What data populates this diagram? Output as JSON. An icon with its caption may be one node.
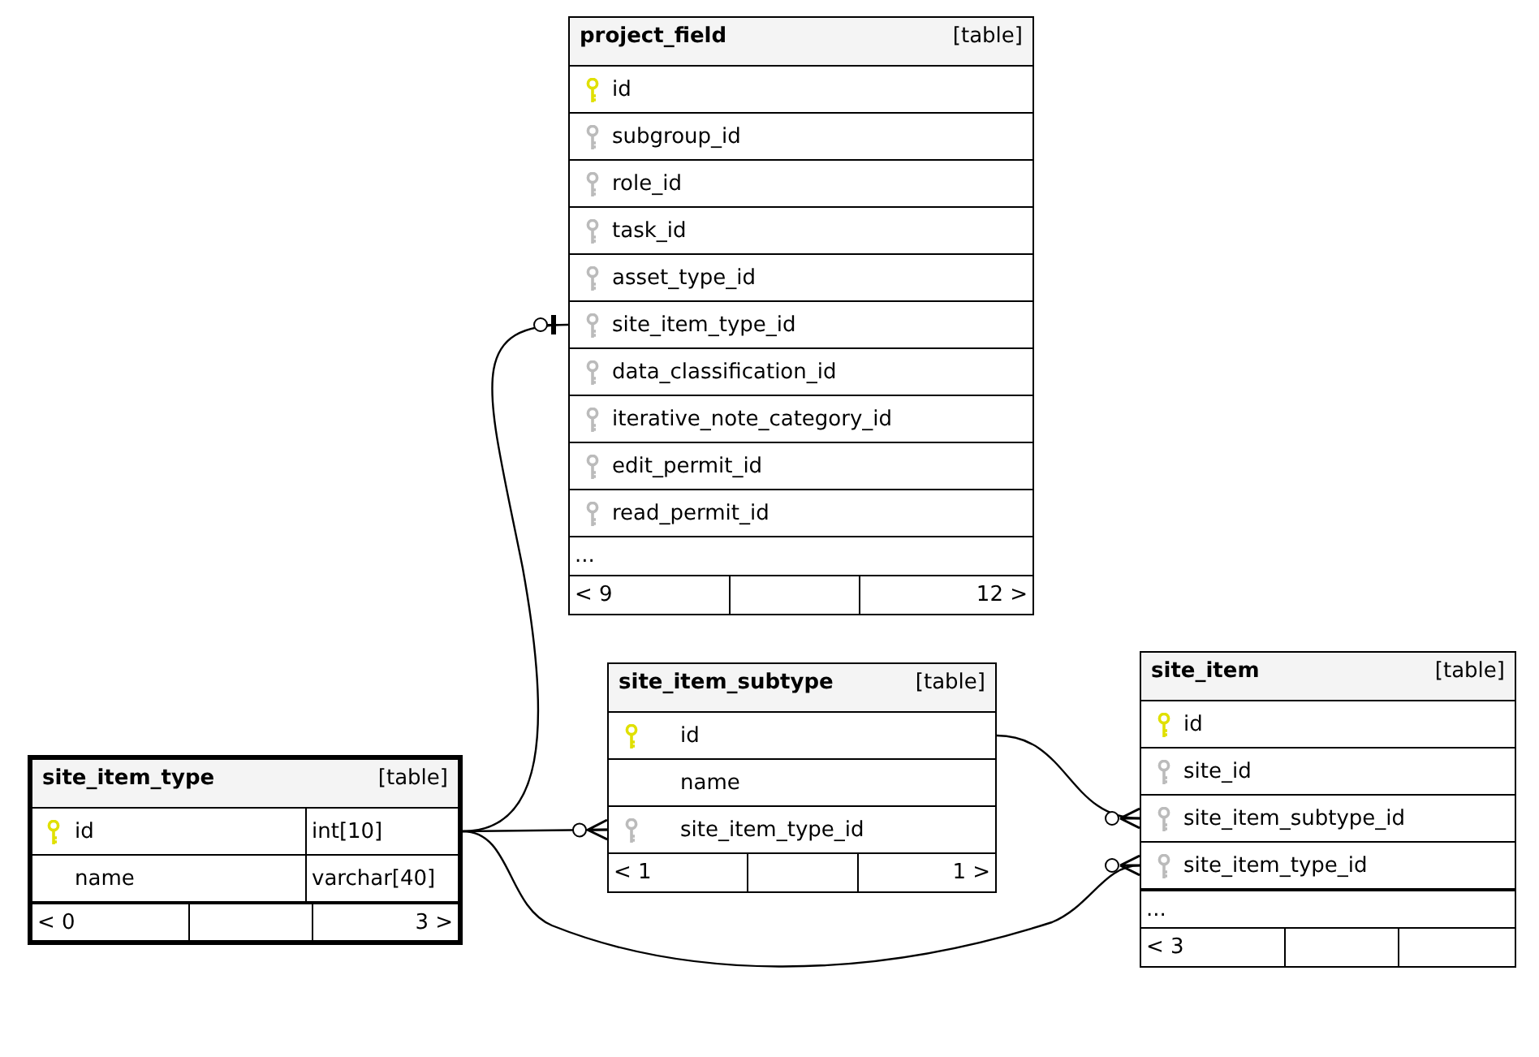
{
  "diagram": {
    "nodes": [
      {
        "text": [
          "project_field",
          "[table]",
          "...",
          "< 9",
          "12 >"
        ]
      },
      {
        "text": [
          "id"
        ],
        "in": 0
      },
      {
        "text": [
          "subgroup_id"
        ],
        "in": 0
      },
      {
        "text": [
          "role_id"
        ],
        "in": 0
      },
      {
        "text": [
          "task_id"
        ],
        "in": 0
      },
      {
        "text": [
          "asset_type_id"
        ],
        "in": 0
      },
      {
        "text": [
          "site_item_type_id"
        ],
        "in": 0
      },
      {
        "text": [
          "data_classification_id"
        ],
        "in": 0
      },
      {
        "text": [
          "iterative_note_category_id"
        ],
        "in": 0
      },
      {
        "text": [
          "edit_permit_id"
        ],
        "in": 0
      },
      {
        "text": [
          "read_permit_id"
        ],
        "in": 0
      },
      {
        "text": [
          "site_item_subtype",
          "[table]",
          "< 1",
          "1 >"
        ]
      },
      {
        "text": [
          "id"
        ],
        "in": 11
      },
      {
        "text": [
          "name"
        ],
        "in": 11
      },
      {
        "text": [
          "site_item_type_id"
        ],
        "in": 11
      },
      {
        "text": [
          "site_item",
          "[table]",
          "...",
          "< 3"
        ]
      },
      {
        "text": [
          "id"
        ],
        "in": 15
      },
      {
        "text": [
          "site_id"
        ],
        "in": 15
      },
      {
        "text": [
          "site_item_subtype_id"
        ],
        "in": 15
      },
      {
        "text": [
          "site_item_type_id"
        ],
        "in": 15
      },
      {
        "text": [
          "site_item_type",
          "[table]",
          "< 0",
          "3 >"
        ]
      },
      {
        "text": [
          "id",
          "int[10]"
        ],
        "in": 20
      },
      {
        "text": [
          "name",
          "varchar[40]"
        ],
        "in": 20
      }
    ],
    "edges": [
      {
        "from": 21,
        "to": 6,
        "arrow": "other"
      },
      {
        "from": 21,
        "to": 14,
        "arrow": "other"
      },
      {
        "from": 21,
        "to": 19,
        "arrow": "other"
      },
      {
        "from": 12,
        "to": 18,
        "arrow": "other"
      }
    ]
  }
}
